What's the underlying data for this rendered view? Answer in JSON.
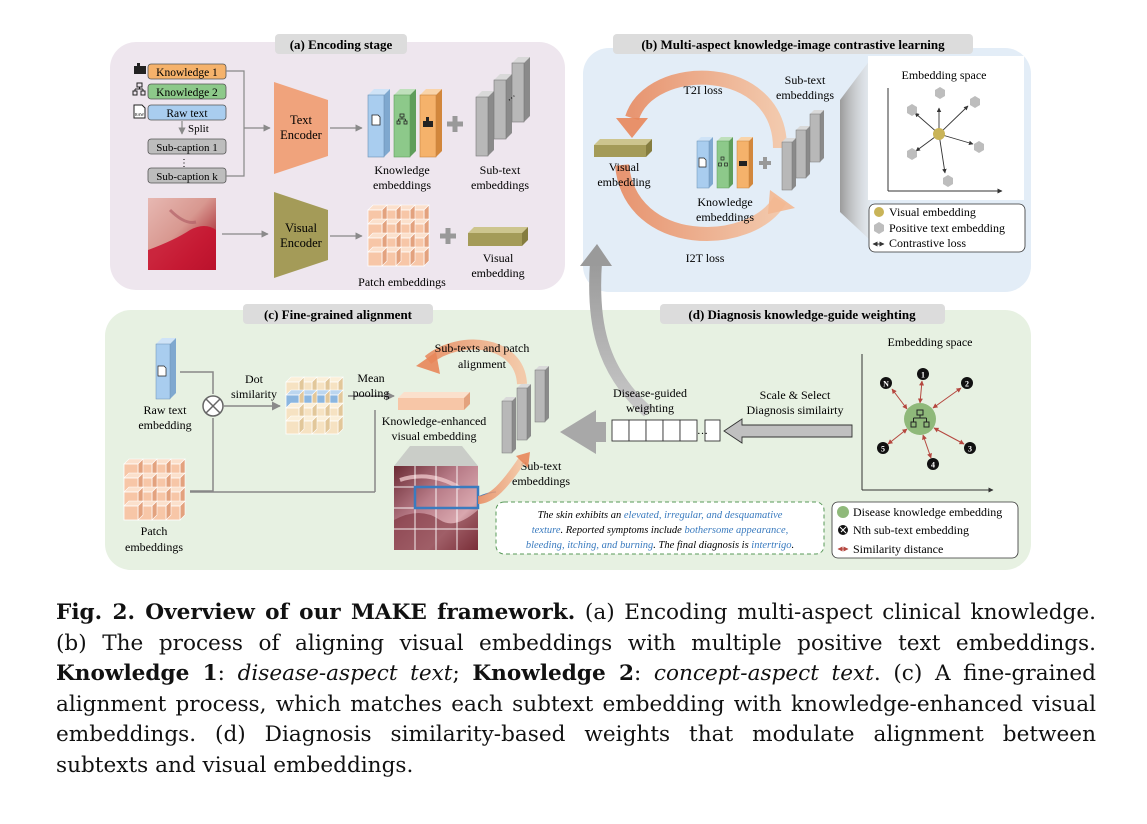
{
  "panels": {
    "a_title": "(a) Encoding stage",
    "b_title": "(b) Multi-aspect knowledge-image contrastive learning",
    "c_title": "(c) Fine-grained alignment",
    "d_title": "(d) Diagnosis knowledge-guide weighting"
  },
  "panel_a": {
    "knowledge1": "Knowledge 1",
    "knowledge2": "Knowledge 2",
    "raw_text": "Raw text",
    "split": "Split",
    "subcaption1": "Sub-caption 1",
    "dots": "⋮",
    "subcaptionk": "Sub-caption k",
    "text_encoder_1": "Text",
    "text_encoder_2": "Encoder",
    "visual_encoder_1": "Visual",
    "visual_encoder_2": "Encoder",
    "knowledge_emb_1": "Knowledge",
    "knowledge_emb_2": "embeddings",
    "subtext_emb_1": "Sub-text",
    "subtext_emb_2": "embeddings",
    "patch_emb": "Patch embeddings",
    "visual_emb_1": "Visual",
    "visual_emb_2": "embedding",
    "raw_icon": "RAW"
  },
  "panel_b": {
    "t2i": "T2I loss",
    "i2t": "I2T loss",
    "visual_emb_1": "Visual",
    "visual_emb_2": "embedding",
    "knowledge_emb_1": "Knowledge",
    "knowledge_emb_2": "embeddings",
    "subtext_emb_1": "Sub-text",
    "subtext_emb_2": "embeddings",
    "space_title": "Embedding space",
    "legend_visual": "Visual embedding",
    "legend_positive": "Positive text embedding",
    "legend_contrastive": "Contrastive loss"
  },
  "panel_c": {
    "raw_text_1": "Raw text",
    "raw_text_2": "embedding",
    "dot_sim_1": "Dot",
    "dot_sim_2": "similarity",
    "mean_pool_1": "Mean",
    "mean_pool_2": "pooling",
    "subtexts_patch_1": "Sub-texts and patch",
    "subtexts_patch_2": "alignment",
    "ke_visual_1": "Knowledge-enhanced",
    "ke_visual_2": "visual embedding",
    "subtext_emb_1": "Sub-text",
    "subtext_emb_2": "embeddings",
    "patch_emb_1": "Patch",
    "patch_emb_2": "embeddings",
    "text_box": {
      "p1": "The skin exhibits an ",
      "h1": "elevated, irregular, and desquamative",
      "p2": "texture",
      "p3": ". Reported symptoms include ",
      "h2": "bothersome appearance,",
      "h3": "bleeding, itching, and burning",
      "p4": ". The final diagnosis is ",
      "h4": "intertrigo",
      "p5": "."
    }
  },
  "panel_d": {
    "disease_guided_1": "Disease-guided",
    "disease_guided_2": "weighting",
    "dots": "…",
    "scale_select_1": "Scale & Select",
    "scale_select_2": "Diagnosis similairty",
    "space_title": "Embedding space",
    "nodes": [
      "N",
      "1",
      "2",
      "3",
      "4",
      "5"
    ],
    "legend_disease": "Disease knowledge embedding",
    "legend_nth": "Nth sub-text embedding",
    "legend_similarity": "Similarity distance"
  },
  "caption": {
    "title": "Fig. 2. Overview of our MAKE framework.",
    "t1": " (a) Encoding multi-aspect clinical knowledge. (b) The process of aligning visual embeddings with multiple positive text embeddings. ",
    "k1": "Knowledge 1",
    "t2": ": ",
    "k1_desc": "disease-aspect text",
    "t3": "; ",
    "k2": "Knowledge 2",
    "t4": ": ",
    "k2_desc": "concept-aspect text",
    "t5": ". (c) A fine-grained alignment process, which matches each subtext embedding with knowledge-enhanced visual embeddings. (d) Diagnosis similarity-based weights that modulate alignment between subtexts and visual embeddings."
  },
  "colors": {
    "panel_a_bg": "#eee6ee",
    "panel_b_bg": "#e3edf7",
    "panel_cd_bg": "#e7f1e2",
    "knowledge1": "#f5b26b",
    "knowledge2": "#8dc98a",
    "raw_text": "#a9cdef",
    "text_encoder": "#f0a37c",
    "visual_encoder": "#a49b58",
    "patch": "#f7c6a7",
    "highlight_blue": "#3a7bbf"
  }
}
